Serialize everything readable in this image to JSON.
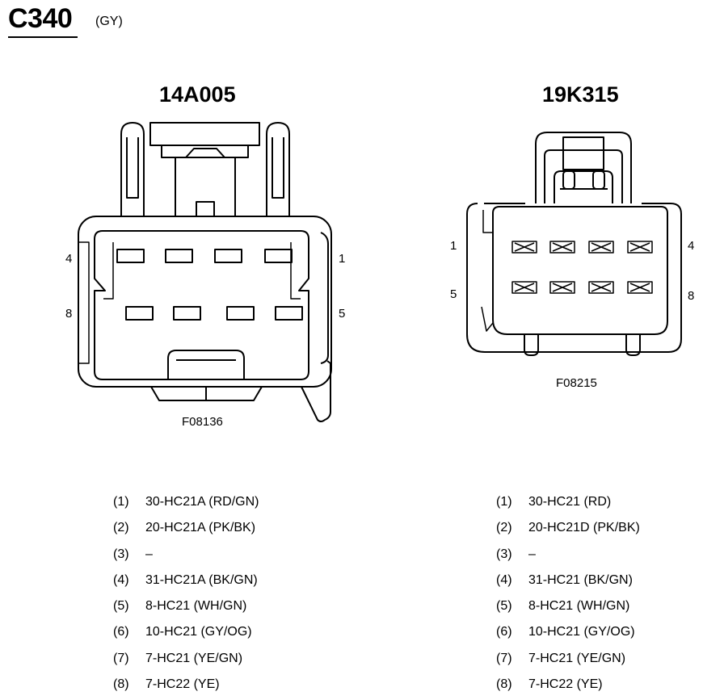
{
  "header": {
    "title": "C340",
    "color_code": "(GY)"
  },
  "connectors": [
    {
      "name": "14A005",
      "figure_code": "F08136",
      "pin_labels": {
        "top_left": "4",
        "bottom_left": "8",
        "top_right": "1",
        "bottom_right": "5"
      },
      "pins": [
        {
          "num": "(1)",
          "circuit": "30-HC21A (RD/GN)"
        },
        {
          "num": "(2)",
          "circuit": "20-HC21A (PK/BK)"
        },
        {
          "num": "(3)",
          "circuit": "–"
        },
        {
          "num": "(4)",
          "circuit": "31-HC21A (BK/GN)"
        },
        {
          "num": "(5)",
          "circuit": "8-HC21 (WH/GN)"
        },
        {
          "num": "(6)",
          "circuit": "10-HC21 (GY/OG)"
        },
        {
          "num": "(7)",
          "circuit": "7-HC21 (YE/GN)"
        },
        {
          "num": "(8)",
          "circuit": "7-HC22 (YE)"
        }
      ]
    },
    {
      "name": "19K315",
      "figure_code": "F08215",
      "pin_labels": {
        "top_left": "1",
        "bottom_left": "5",
        "top_right": "4",
        "bottom_right": "8"
      },
      "pins": [
        {
          "num": "(1)",
          "circuit": "30-HC21 (RD)"
        },
        {
          "num": "(2)",
          "circuit": "20-HC21D (PK/BK)"
        },
        {
          "num": "(3)",
          "circuit": "–"
        },
        {
          "num": "(4)",
          "circuit": "31-HC21 (BK/GN)"
        },
        {
          "num": "(5)",
          "circuit": "8-HC21 (WH/GN)"
        },
        {
          "num": "(6)",
          "circuit": "10-HC21 (GY/OG)"
        },
        {
          "num": "(7)",
          "circuit": "7-HC21 (YE/GN)"
        },
        {
          "num": "(8)",
          "circuit": "7-HC22 (YE)"
        }
      ]
    }
  ]
}
